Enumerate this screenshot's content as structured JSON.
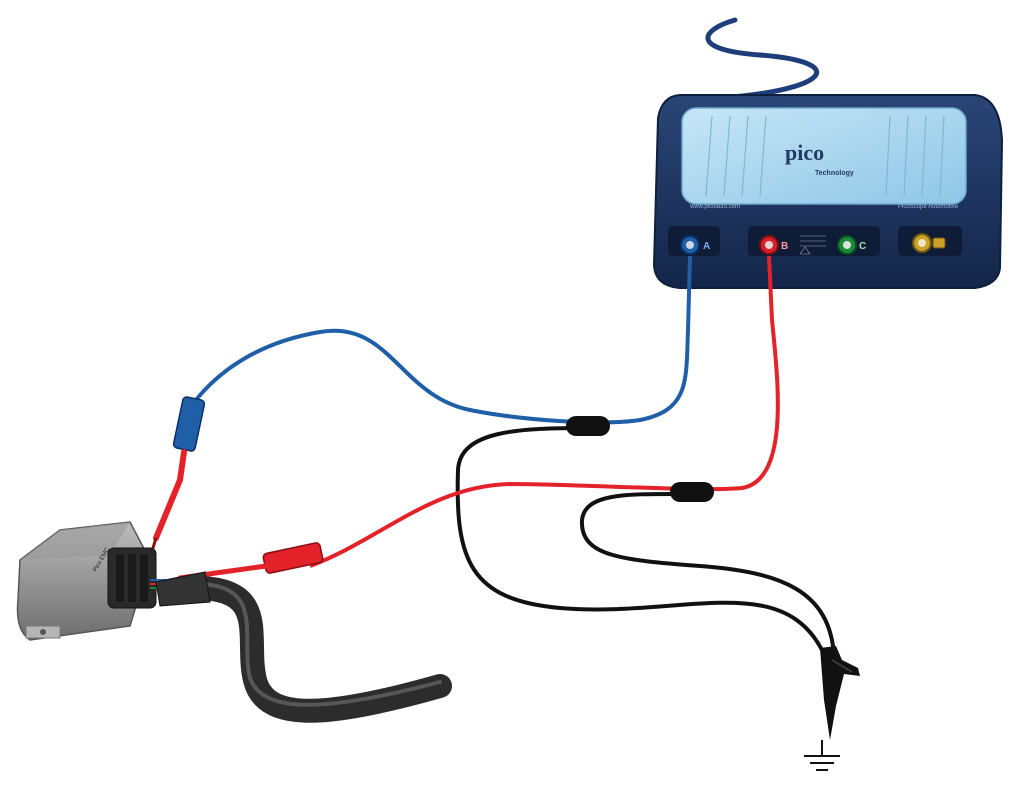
{
  "scope": {
    "brand": "pico",
    "brand_sub": "Technology",
    "url": "www.picoauto.com",
    "model": "PicoScope Automotive",
    "channels": [
      {
        "label": "A",
        "color": "#1f5fa8"
      },
      {
        "label": "B",
        "color": "#d92027"
      },
      {
        "label": "C",
        "color": "#1d8a3a"
      },
      {
        "label": "",
        "color": "#c9a227"
      }
    ]
  },
  "component": {
    "label": "Pico EMC"
  },
  "colors": {
    "scope_body": "#1e3461",
    "scope_panel": "#a9d6ef",
    "lead_blue": "#1f5fa8",
    "lead_red": "#e42229",
    "lead_black": "#111111",
    "usb_cable": "#1d3e7a",
    "harness": "#3a3a3a"
  },
  "icons": [
    "ground-symbol-icon",
    "crocodile-clip-icon",
    "probe-tip-icon"
  ]
}
